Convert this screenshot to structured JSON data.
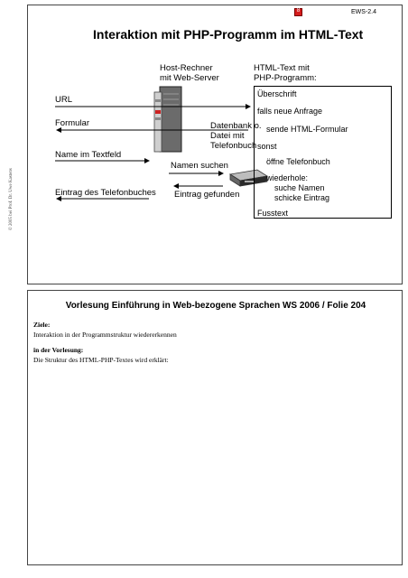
{
  "slide": {
    "title": "Interaktion mit PHP-Programm im HTML-Text",
    "id": "EWS-2.4",
    "badge": "8",
    "host_label": [
      "Host-Rechner",
      "mit Web-Server"
    ],
    "database_label": [
      "Datenbank o.",
      "Datei mit",
      "Telefonbuch"
    ],
    "arrows": {
      "url": "URL",
      "formular": "Formular",
      "name_textfeld": "Name im Textfeld",
      "eintrag": "Eintrag des Telefonbuches",
      "namen_suchen": "Namen suchen",
      "eintrag_gefunden": "Eintrag gefunden"
    },
    "program_header": [
      "HTML-Text mit",
      "PHP-Programm:"
    ],
    "program_lines": {
      "ueberschrift": "Überschrift",
      "falls": "falls neue Anfrage",
      "sende": "sende HTML-Formular",
      "sonst": "sonst",
      "oeffne": "öffne Telefonbuch",
      "wiederhole": "wiederhole:",
      "suche": "suche Namen",
      "schicke": "schicke Eintrag",
      "fusstext": "Fusstext"
    },
    "copyright": "© 2005 bei Prof. Dr. Uwe Kastens"
  },
  "notes": {
    "title": "Vorlesung Einführung in Web-bezogene Sprachen WS 2006 / Folie 204",
    "ziele_heading": "Ziele:",
    "ziele_text": "Interaktion in der Programmstruktur wiedererkennen",
    "vorlesung_heading": "in der Vorlesung:",
    "vorlesung_text": "Die Struktur des HTML-PHP-Textes wird erklärt:"
  }
}
